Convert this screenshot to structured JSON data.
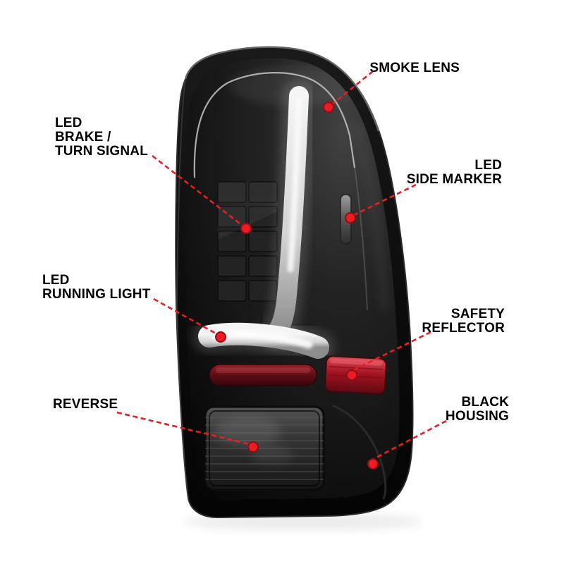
{
  "colors": {
    "accent": "#ed1c24",
    "background": "#ffffff",
    "housing": "#0a0a0a",
    "reflector_red": "#a31322",
    "tube_gray": "#d2d2d2"
  },
  "callouts": [
    {
      "id": "smoke-lens",
      "side": "right",
      "lines": [
        "SMOKE LENS"
      ]
    },
    {
      "id": "led-brake-turn-signal",
      "side": "left",
      "lines": [
        "LED",
        "BRAKE /",
        "TURN SIGNAL"
      ]
    },
    {
      "id": "led-side-marker",
      "side": "right",
      "lines": [
        "LED",
        "SIDE MARKER"
      ]
    },
    {
      "id": "led-running-light",
      "side": "left",
      "lines": [
        "LED",
        "RUNNING LIGHT"
      ]
    },
    {
      "id": "safety-reflector",
      "side": "right",
      "lines": [
        "SAFETY",
        "REFLECTOR"
      ]
    },
    {
      "id": "reverse",
      "side": "left",
      "lines": [
        "REVERSE"
      ]
    },
    {
      "id": "black-housing",
      "side": "right",
      "lines": [
        "BLACK",
        "HOUSING"
      ]
    }
  ]
}
